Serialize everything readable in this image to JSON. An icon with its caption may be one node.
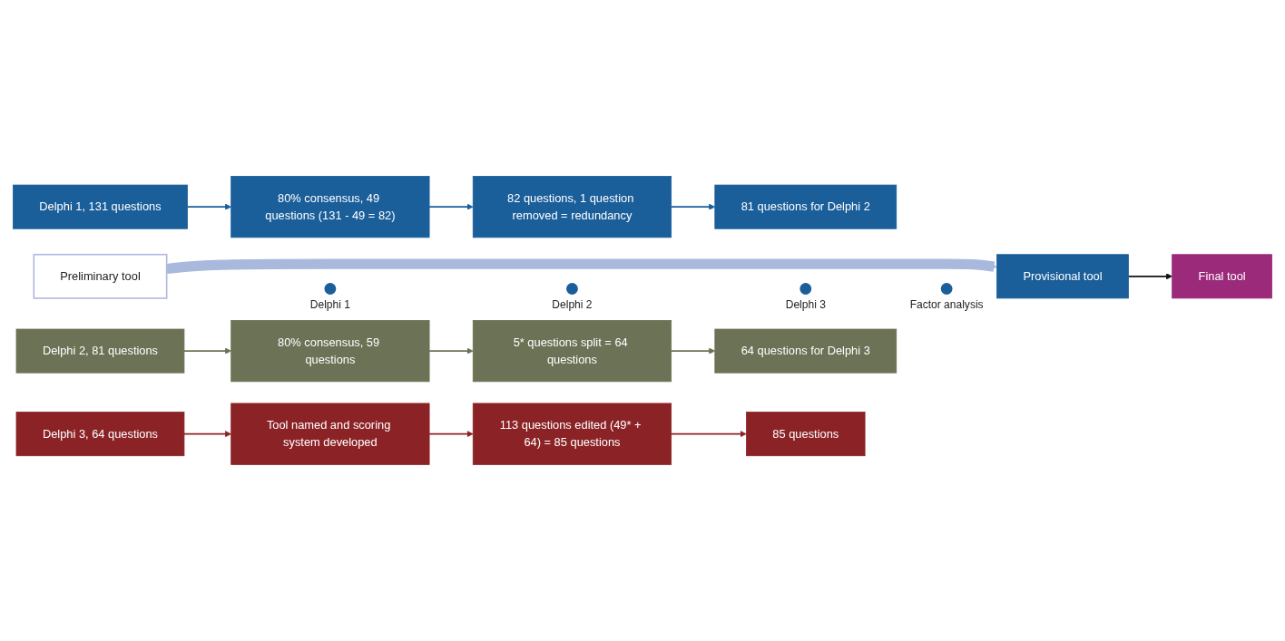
{
  "diagram": {
    "nodes": [
      {
        "text": [
          "Preliminary tool"
        ]
      },
      {
        "text": [],
        "shape": "circle",
        "beside": [
          "Delphi 1"
        ]
      },
      {
        "text": [],
        "shape": "circle",
        "beside": [
          "Delphi 2"
        ]
      },
      {
        "text": [],
        "shape": "circle",
        "beside": [
          "Delphi 3"
        ]
      },
      {
        "text": [],
        "shape": "circle",
        "beside": [
          "Factor analysis"
        ]
      },
      {
        "text": [
          "Provisional tool"
        ]
      },
      {
        "text": [
          "Final tool"
        ]
      },
      {
        "text": [
          "Delphi 1, 131 questions"
        ]
      },
      {
        "text": [
          "80% consensus, 49 questions (131 - 49 = 82)"
        ]
      },
      {
        "text": [
          "82 questions, 1 question removed = redundancy"
        ]
      },
      {
        "text": [
          "81 questions for Delphi 2"
        ]
      },
      {
        "text": [
          "Delphi 2, 81 questions"
        ]
      },
      {
        "text": [
          "80% consensus, 59 questions"
        ]
      },
      {
        "text": [
          "5* questions split = 64 questions"
        ]
      },
      {
        "text": [
          "64 questions for Delphi 3"
        ]
      },
      {
        "text": [
          "Delphi 3, 64 questions"
        ]
      },
      {
        "text": [
          "Tool named and scoring system developed"
        ]
      },
      {
        "text": [
          "113 questions edited (49* + 64) = 85 questions"
        ]
      },
      {
        "text": [
          "85 questions"
        ]
      }
    ],
    "edges": [
      {
        "from": 0,
        "to": 5,
        "arrow": "to",
        "style": "thick",
        "color": "#a9b9dd"
      },
      {
        "from": 5,
        "to": 6,
        "arrow": "to",
        "color": "#111111"
      },
      {
        "from": 7,
        "to": 8,
        "arrow": "to",
        "color": "#1a5e9a"
      },
      {
        "from": 8,
        "to": 9,
        "arrow": "to",
        "color": "#1a5e9a"
      },
      {
        "from": 9,
        "to": 10,
        "arrow": "to",
        "color": "#1a5e9a"
      },
      {
        "from": 11,
        "to": 12,
        "arrow": "to",
        "color": "#6b7255"
      },
      {
        "from": 12,
        "to": 13,
        "arrow": "to",
        "color": "#6b7255"
      },
      {
        "from": 13,
        "to": 14,
        "arrow": "to",
        "color": "#6b7255"
      },
      {
        "from": 15,
        "to": 16,
        "arrow": "to",
        "color": "#8b2326"
      },
      {
        "from": 16,
        "to": 17,
        "arrow": "to",
        "color": "#8b2326"
      },
      {
        "from": 17,
        "to": 18,
        "arrow": "to",
        "color": "#8b2326"
      }
    ]
  }
}
